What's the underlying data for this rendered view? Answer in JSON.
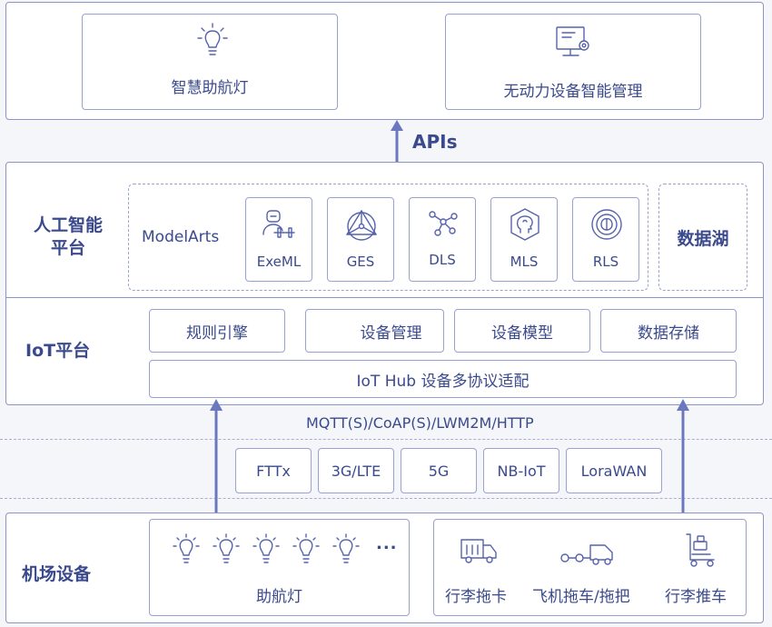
{
  "apps": {
    "nav_light": "智慧助航灯",
    "unpowered_mgmt": "无动力设备智能管理"
  },
  "apis_label": "APIs",
  "ai_platform": {
    "title_line1": "人工智能",
    "title_line2": "平台",
    "modelarts": "ModelArts",
    "services": [
      "ExeML",
      "GES",
      "DLS",
      "MLS",
      "RLS"
    ],
    "data_lake": "数据湖"
  },
  "iot_platform": {
    "title": "IoT平台",
    "modules": [
      "规则引擎",
      "设备管理",
      "设备模型",
      "数据存储"
    ],
    "hub": "IoT Hub 设备多协议适配"
  },
  "protocols": "MQTT(S)/CoAP(S)/LWM2M/HTTP",
  "networks": [
    "FTTx",
    "3G/LTE",
    "5G",
    "NB-IoT",
    "LoraWAN"
  ],
  "airport": {
    "title": "机场设备",
    "nav_lights_label": "助航灯",
    "ellipsis": "...",
    "vehicles": [
      "行李拖卡",
      "飞机拖车/拖把",
      "行李推车"
    ]
  },
  "icons": {
    "nav_light": "lightbulb-icon",
    "management": "monitor-settings-icon",
    "exeml": "robot-dumbbell-icon",
    "ges": "graph-triangle-icon",
    "dls": "network-nodes-icon",
    "mls": "head-hexagon-icon",
    "rls": "circle-brain-icon",
    "baggage_tractor": "truck-icon",
    "aircraft_tug": "tug-train-icon",
    "baggage_cart": "cart-icon"
  },
  "colors": {
    "accent": "#3b4a8c",
    "border": "#8a94c8",
    "background": "#f4f6fa",
    "icon": "#5563ad"
  }
}
